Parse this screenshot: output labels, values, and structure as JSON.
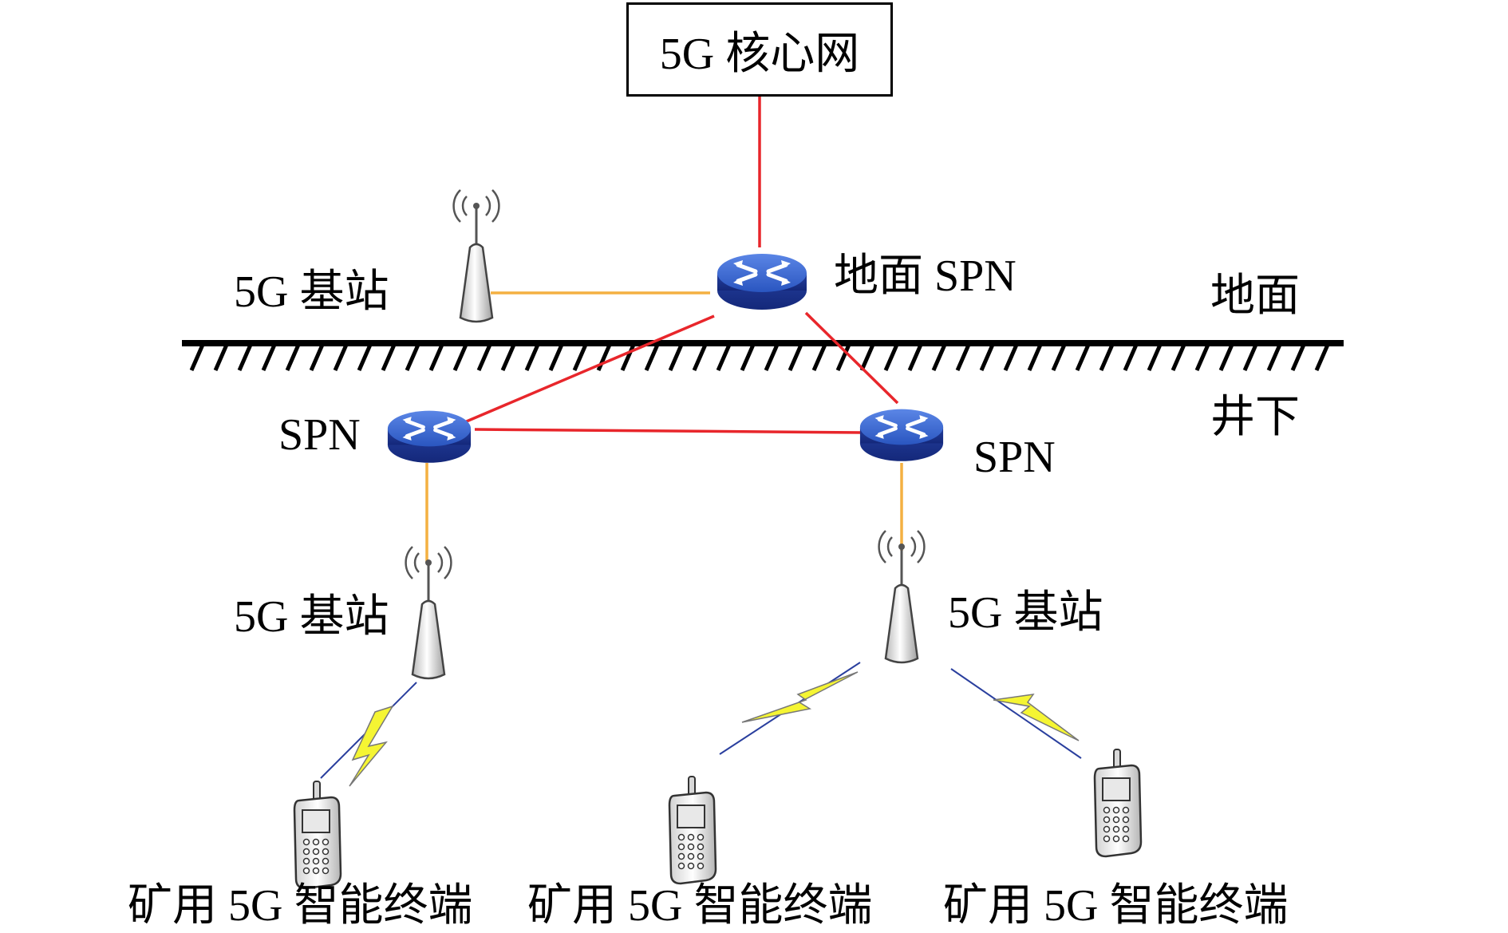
{
  "core_network": {
    "label": "5G 核心网"
  },
  "zones": {
    "surface": "地面",
    "underground": "井下"
  },
  "nodes": {
    "surface_spn": "地面 SPN",
    "spn_left": "SPN",
    "spn_right": "SPN",
    "base_station_surface": "5G 基站",
    "base_station_left": "5G 基站",
    "base_station_right": "5G 基站"
  },
  "terminals": [
    {
      "label": "矿用 5G 智能终端"
    },
    {
      "label": "矿用 5G 智能终端"
    },
    {
      "label": "矿用 5G 智能终端"
    }
  ],
  "colors": {
    "fiber_link": "#e8262b",
    "access_link": "#f4b042",
    "router_blue": "#2f5fc7",
    "lightning_yellow": "#f5f533",
    "wireless_line": "#2a3f9e"
  }
}
